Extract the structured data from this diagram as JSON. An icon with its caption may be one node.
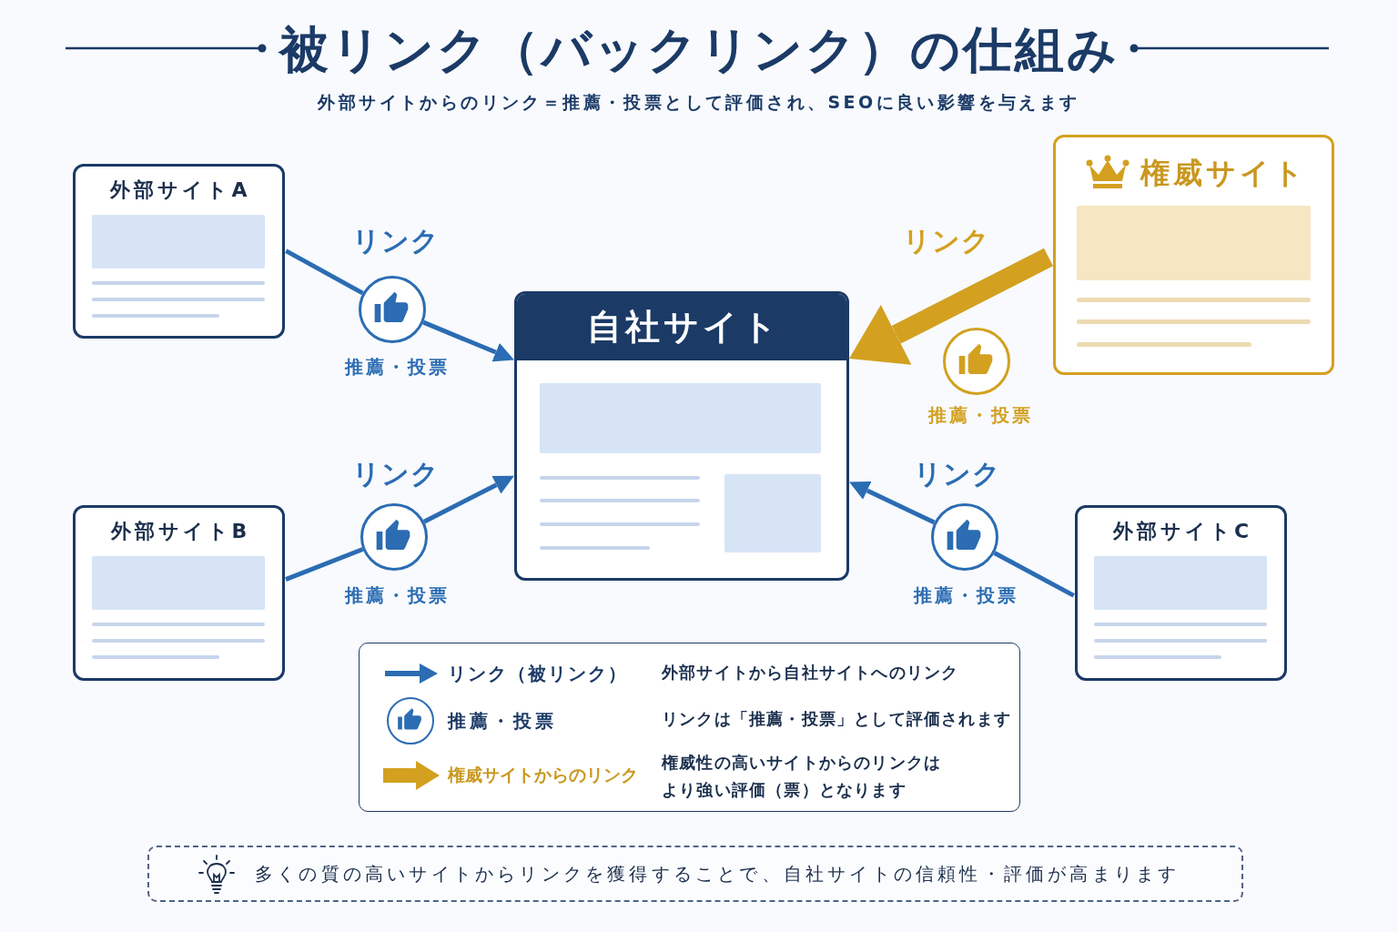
{
  "diagram": {
    "title": "被リンク（バックリンク）の仕組み",
    "nodes": [
      {
        "text": [
          "外部サイトA"
        ]
      },
      {
        "text": [],
        "shape": "circle",
        "beside": [
          "推薦・投票"
        ]
      },
      {
        "text": [
          "自社サイト"
        ]
      },
      {
        "text": [
          "権威サイト"
        ]
      },
      {
        "text": [],
        "shape": "circle",
        "beside": [
          "推薦・投票"
        ]
      },
      {
        "text": [
          "外部サイトB"
        ]
      },
      {
        "text": [],
        "shape": "circle",
        "beside": [
          "推薦・投票"
        ]
      },
      {
        "text": [],
        "shape": "circle",
        "beside": [
          "推薦・投票"
        ]
      },
      {
        "text": [
          "外部サイトC"
        ]
      },
      {
        "text": [
          "多くの質の高いサイトからリンクを獲得することで、自社サイトの信頼性・評価が高まります"
        ]
      }
    ],
    "edges": [
      {
        "from": 0,
        "to": 1,
        "arrow": "none",
        "label": "リンク"
      },
      {
        "from": 1,
        "to": 2,
        "arrow": "to"
      },
      {
        "from": 3,
        "to": 2,
        "arrow": "to",
        "label": "リンク",
        "style": "thick",
        "color": "#d3a020"
      },
      {
        "from": 5,
        "to": 6,
        "arrow": "none",
        "label": "リンク"
      },
      {
        "from": 6,
        "to": 2,
        "arrow": "to"
      },
      {
        "from": 8,
        "to": 7,
        "arrow": "none",
        "label": "リンク"
      },
      {
        "from": 7,
        "to": 2,
        "arrow": "to"
      }
    ],
    "labels": [
      "外部サイトからのリンク＝推薦・投票として評価され、SEOに良い影響を与えます",
      "外部サイトから自社サイトへのリンク",
      "リンクは「推薦・投票」として評価されます",
      "権威性の高いサイトからのリンクはより強い評価（票）となります"
    ],
    "legend": [
      {
        "text": "リンク（被リンク）"
      },
      {
        "text": "推薦・投票"
      },
      {
        "text": "権威サイトからのリンク"
      }
    ]
  }
}
